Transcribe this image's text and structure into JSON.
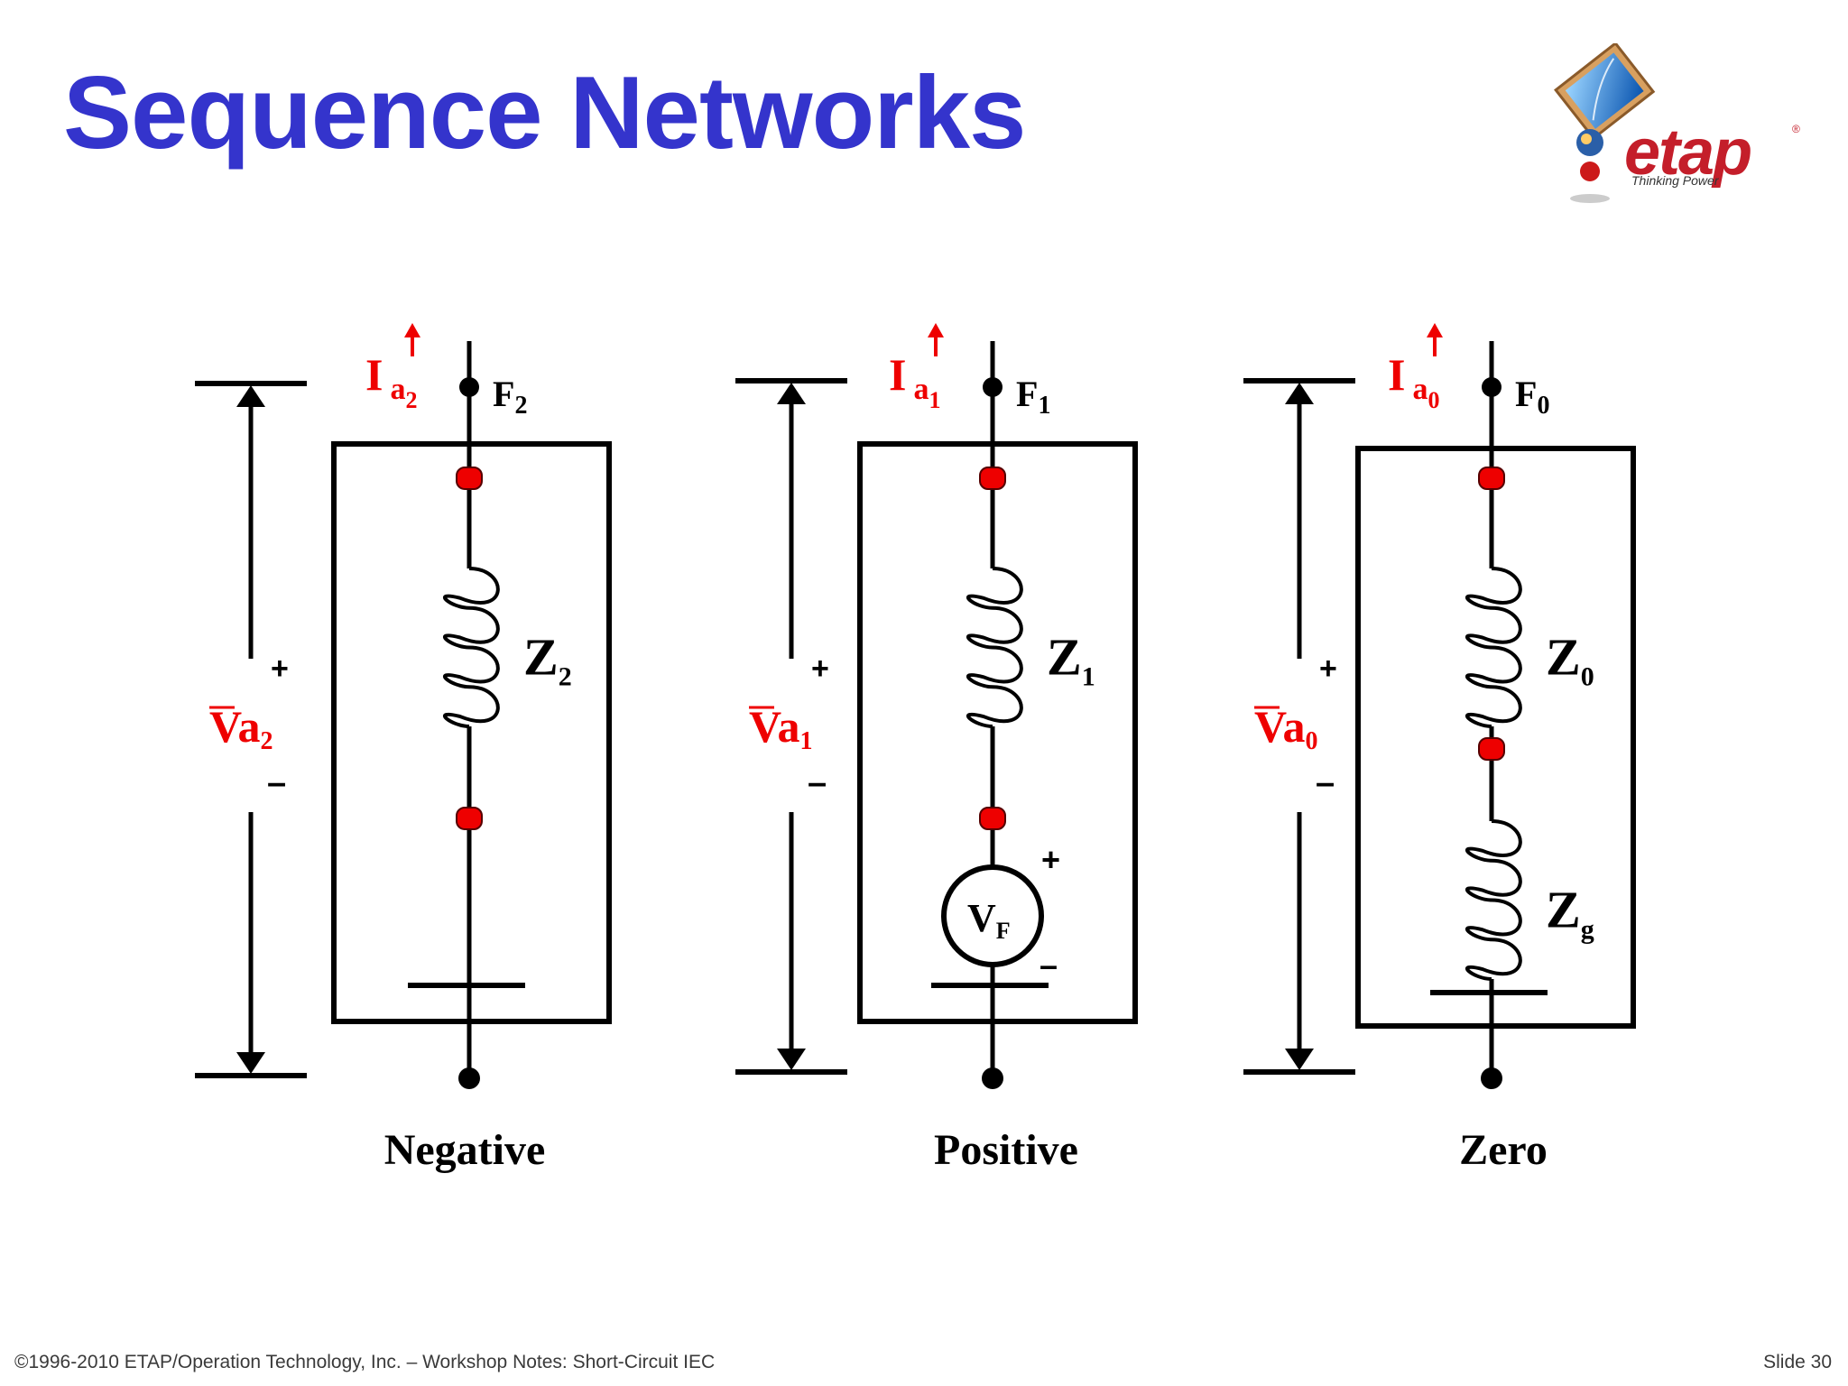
{
  "slide": {
    "title": "Sequence Networks",
    "footer_left": "©1996-2010 ETAP/Operation Technology, Inc. – Workshop Notes: Short-Circuit IEC",
    "footer_right": "Slide 30"
  },
  "logo": {
    "word": "etap",
    "tagline": "Thinking Power",
    "reg": "®"
  },
  "colors": {
    "title": "#3434CC",
    "red": "#EE0000",
    "line": "#000000",
    "node": "#EE0000"
  },
  "networks": [
    {
      "name": "Negative",
      "current_sub": "2",
      "fault_sub": "2",
      "voltage_sub": "2",
      "impedances": [
        {
          "sub": "2"
        }
      ],
      "has_source": false
    },
    {
      "name": "Positive",
      "current_sub": "1",
      "fault_sub": "1",
      "voltage_sub": "1",
      "impedances": [
        {
          "sub": "1"
        }
      ],
      "has_source": true,
      "source": {
        "base": "V",
        "sub": "F",
        "plus": "+",
        "minus": "–"
      }
    },
    {
      "name": "Zero",
      "current_sub": "0",
      "fault_sub": "0",
      "voltage_sub": "0",
      "impedances": [
        {
          "sub": "0"
        },
        {
          "sub": "g"
        }
      ],
      "has_source": false
    }
  ],
  "symbols": {
    "current": "I",
    "current_letter": "a",
    "fault": "F",
    "voltage": "Va",
    "impedance": "Z",
    "plus": "+",
    "minus": "–"
  }
}
